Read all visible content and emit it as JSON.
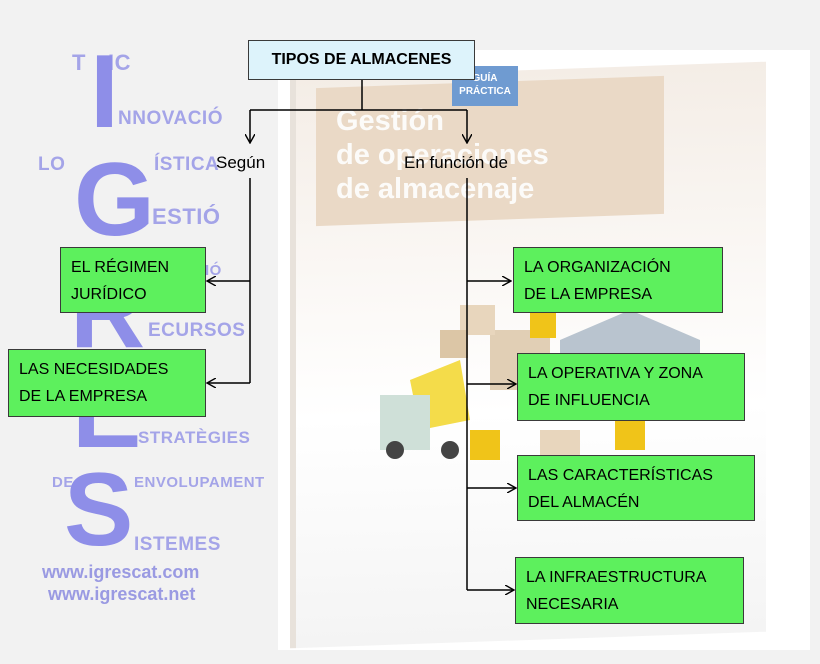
{
  "background": {
    "book_tag": "GUÍA PRÁCTICA",
    "book_title": "Gestión\nde operaciones\nde almacenaje"
  },
  "watermark": {
    "t": "T",
    "c": "IC",
    "i": "I",
    "innovacio": "NNOVACIÓ",
    "lo": "LO",
    "g": "G",
    "istica": "ÍSTICA",
    "estio": "ESTIÓ",
    "io": "IÓ",
    "r": "R",
    "ecursos": "ECURSOS",
    "e": "E",
    "estrategies": "STRATÈGIES",
    "de": "DE",
    "s": "S",
    "envolupament": "ENVOLUPAMENT",
    "istemes": "ISTEMES",
    "url1": "www.igrescat.com",
    "url2": "www.igrescat.net"
  },
  "diagram": {
    "title": "TIPOS DE ALMACENES",
    "left_label": "Según",
    "right_label": "En función de",
    "left_items": [
      "EL RÉGIMEN\nJURÍDICO",
      "LAS NECESIDADES\nDE LA EMPRESA"
    ],
    "right_items": [
      "LA ORGANIZACIÓN\nDE LA EMPRESA",
      "LA OPERATIVA Y ZONA\nDE INFLUENCIA",
      "LAS CARACTERÍSTICAS\nDEL ALMACÉN",
      "LA INFRAESTRUCTURA\nNECESARIA"
    ],
    "colors": {
      "node_fill": "#5df05d",
      "title_fill": "#ddf3fb",
      "line": "#000000"
    }
  }
}
